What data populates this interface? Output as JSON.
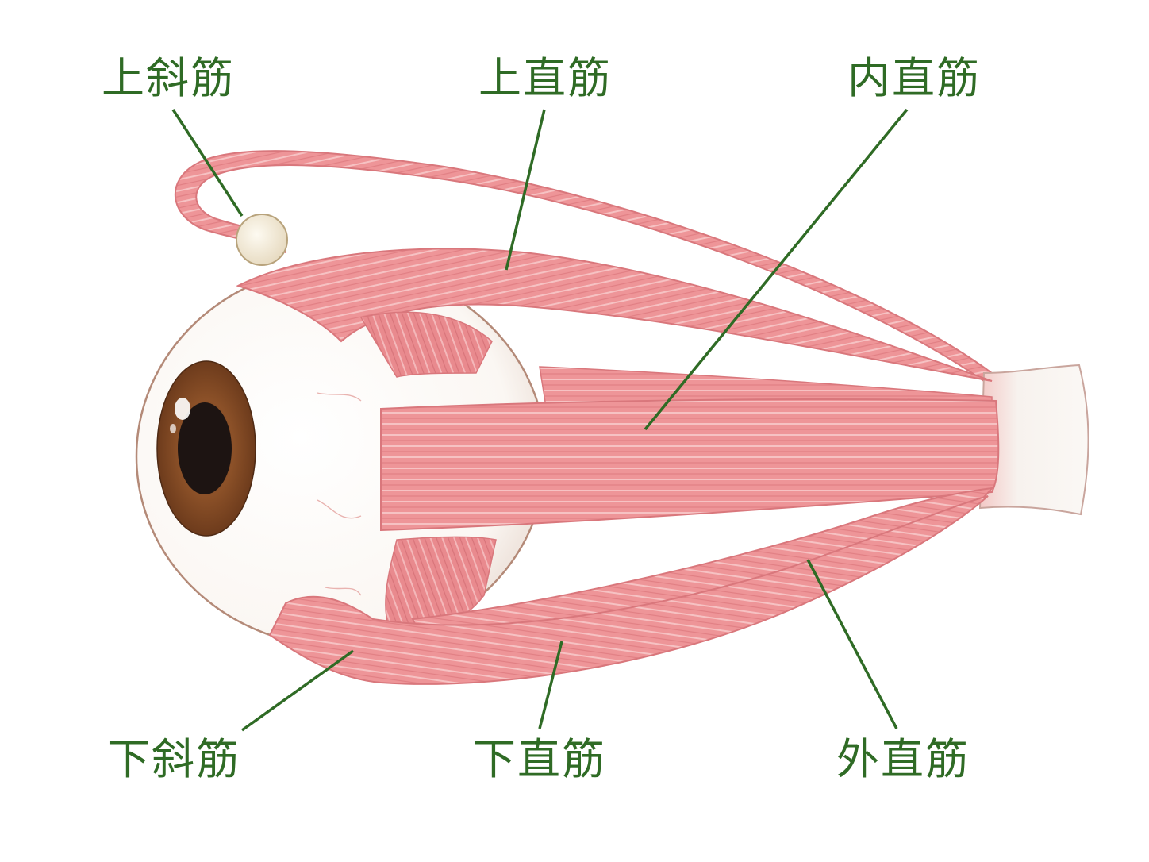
{
  "labels": {
    "superior_oblique": "上斜筋",
    "superior_rectus": "上直筋",
    "medial_rectus": "内直筋",
    "inferior_oblique": "下斜筋",
    "inferior_rectus": "下直筋",
    "lateral_rectus": "外直筋"
  },
  "colors": {
    "label_text": "#2f6b25",
    "leader_line": "#2f6b25",
    "muscle": "#ec8f92",
    "muscle_dark": "#d96f74",
    "sclera": "#ffffff",
    "iris": "#8a4f2a",
    "pupil": "#1d1412",
    "trochlea": "#f4ecd8",
    "optic_nerve": "#f6f3ef"
  }
}
